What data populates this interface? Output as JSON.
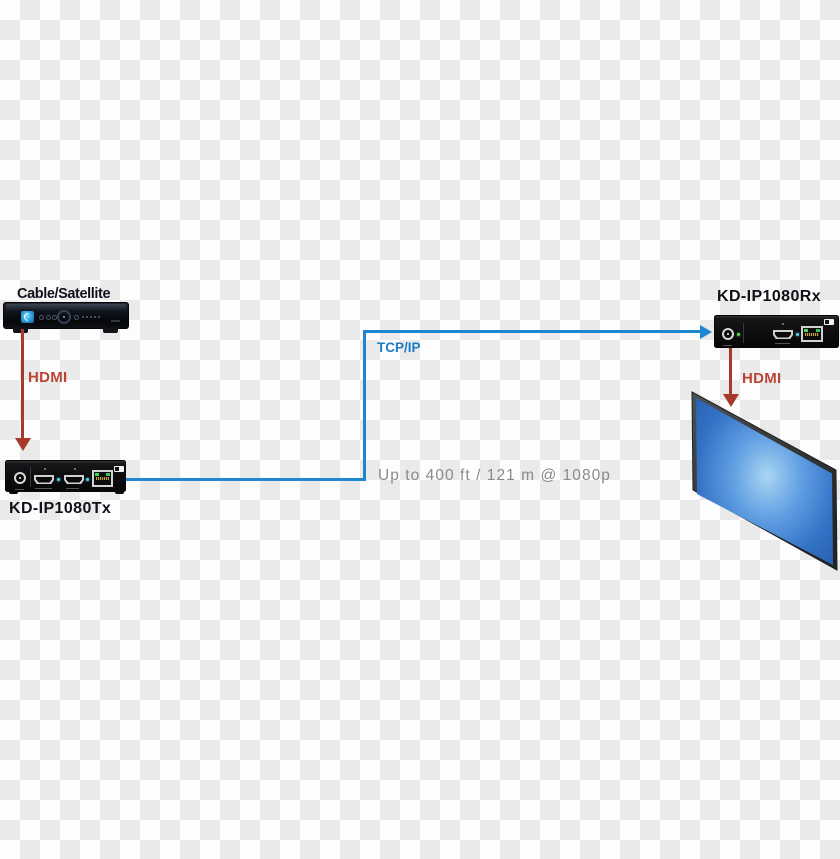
{
  "diagram": {
    "source_device": {
      "label": "Cable/Satellite",
      "type": "set-top-box"
    },
    "transmitter": {
      "label": "KD-IP1080Tx",
      "ports": [
        "dc-power-jack",
        "hdmi-port",
        "hdmi-port",
        "rj45-ethernet-port"
      ]
    },
    "receiver": {
      "label": "KD-IP1080Rx",
      "ports": [
        "dc-power-jack",
        "hdmi-port",
        "rj45-ethernet-port"
      ]
    },
    "display_device": {
      "type": "flat-panel-tv"
    },
    "links": {
      "source_to_tx": {
        "label": "HDMI",
        "color": "#a8392a"
      },
      "tx_to_rx": {
        "label": "TCP/IP",
        "color": "#1e87d0",
        "note": "Up to 400 ft / 121 m @ 1080p"
      },
      "rx_to_display": {
        "label": "HDMI",
        "color": "#a8392a"
      }
    },
    "colors": {
      "link_blue": "#1e87d0",
      "link_red": "#a8392a",
      "hdmi_text_red": "#bc4233",
      "tcpip_text_blue": "#1c7cc4",
      "note_gray": "#8a8a8a",
      "label_black": "#111218",
      "checker_light": "#fdfdfd",
      "checker_dark": "#eaeaea"
    }
  }
}
